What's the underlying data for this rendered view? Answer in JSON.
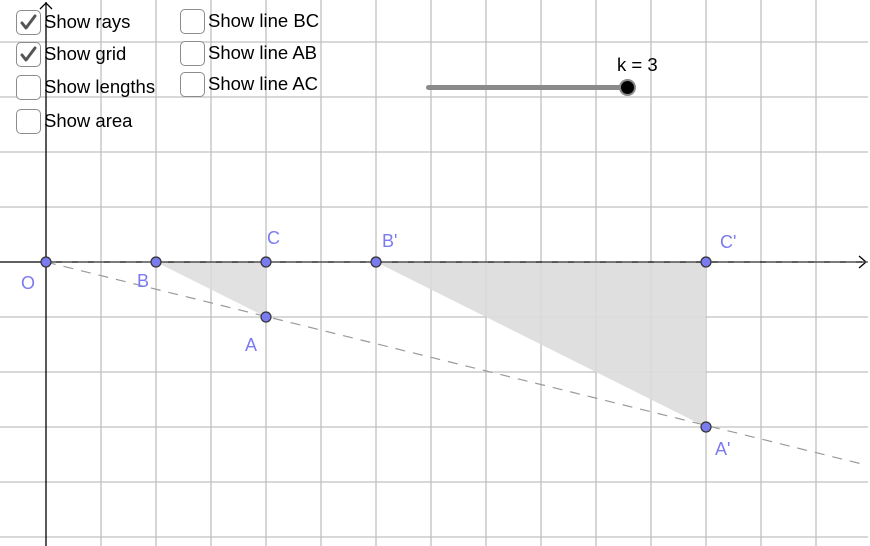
{
  "checkboxes": {
    "left": [
      {
        "label": "Show rays",
        "checked": true
      },
      {
        "label": "Show grid",
        "checked": true
      },
      {
        "label": "Show lengths",
        "checked": false
      },
      {
        "label": "Show area",
        "checked": false
      }
    ],
    "right": [
      {
        "label": "Show line BC",
        "checked": false
      },
      {
        "label": "Show line AB",
        "checked": false
      },
      {
        "label": "Show line AC",
        "checked": false
      }
    ]
  },
  "slider": {
    "name": "k",
    "value": 3,
    "label": "k = 3"
  },
  "points": [
    {
      "name": "O",
      "label": "O",
      "x": 0,
      "y": 0
    },
    {
      "name": "B",
      "label": "B",
      "x": 2,
      "y": 0
    },
    {
      "name": "C",
      "label": "C",
      "x": 4,
      "y": 0
    },
    {
      "name": "A",
      "label": "A",
      "x": 4,
      "y": -1
    },
    {
      "name": "B'",
      "label": "B'",
      "x": 6,
      "y": 0
    },
    {
      "name": "C'",
      "label": "C'",
      "x": 12,
      "y": 0
    },
    {
      "name": "A'",
      "label": "A'",
      "x": 12,
      "y": -3
    }
  ],
  "colors": {
    "point_fill": "#7b7bf0",
    "label": "#7b7bf0",
    "grid": "#c0c0c0",
    "triangle_fill": "#dcdcdc",
    "axis": "#000000"
  }
}
